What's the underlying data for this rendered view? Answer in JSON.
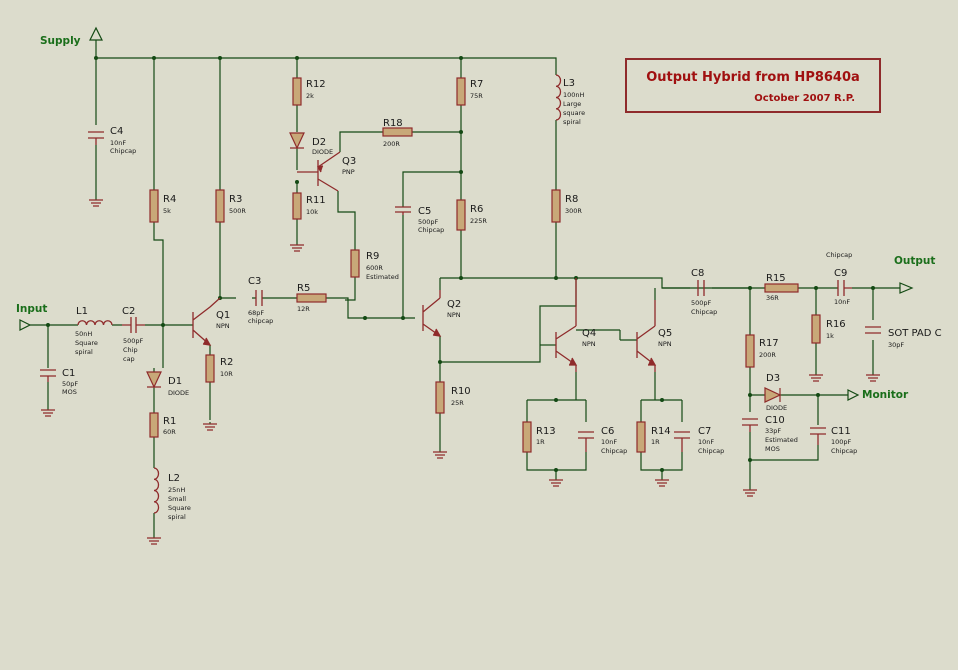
{
  "title": {
    "main": "Output Hybrid from HP8640a",
    "sub": "October 2007  R.P."
  },
  "nets": {
    "supply": "Supply",
    "input": "Input",
    "output": "Output",
    "monitor": "Monitor"
  },
  "parts": {
    "C1": {
      "ref": "C1",
      "v1": "50pF",
      "v2": "MOS"
    },
    "C2": {
      "ref": "C2",
      "v1": "500pF",
      "v2": "Chip",
      "v3": "cap"
    },
    "C3": {
      "ref": "C3",
      "v1": "68pF",
      "v2": "chipcap"
    },
    "C4": {
      "ref": "C4",
      "v1": "10nF",
      "v2": "Chipcap"
    },
    "C5": {
      "ref": "C5",
      "v1": "500pF",
      "v2": "Chipcap"
    },
    "C6": {
      "ref": "C6",
      "v1": "10nF",
      "v2": "Chipcap"
    },
    "C7": {
      "ref": "C7",
      "v1": "10nF",
      "v2": "Chipcap"
    },
    "C8": {
      "ref": "C8",
      "v1": "500pF",
      "v2": "Chipcap"
    },
    "C9": {
      "ref": "C9",
      "v1": "10nF",
      "top": "Chipcap"
    },
    "C10": {
      "ref": "C10",
      "v1": "33pF",
      "v2": "Estimated",
      "v3": "MOS"
    },
    "C11": {
      "ref": "C11",
      "v1": "100pF",
      "v2": "Chipcap"
    },
    "SOT": {
      "ref": "SOT PAD C",
      "v1": "30pF"
    },
    "R1": {
      "ref": "R1",
      "v1": "60R"
    },
    "R2": {
      "ref": "R2",
      "v1": "10R"
    },
    "R3": {
      "ref": "R3",
      "v1": "500R"
    },
    "R4": {
      "ref": "R4",
      "v1": "5k"
    },
    "R5": {
      "ref": "R5",
      "v1": "12R"
    },
    "R6": {
      "ref": "R6",
      "v1": "225R"
    },
    "R7": {
      "ref": "R7",
      "v1": "75R"
    },
    "R8": {
      "ref": "R8",
      "v1": "300R"
    },
    "R9": {
      "ref": "R9",
      "v1": "600R",
      "v2": "Estimated"
    },
    "R10": {
      "ref": "R10",
      "v1": "25R"
    },
    "R11": {
      "ref": "R11",
      "v1": "10k"
    },
    "R12": {
      "ref": "R12",
      "v1": "2k"
    },
    "R13": {
      "ref": "R13",
      "v1": "1R"
    },
    "R14": {
      "ref": "R14",
      "v1": "1R"
    },
    "R15": {
      "ref": "R15",
      "v1": "36R"
    },
    "R16": {
      "ref": "R16",
      "v1": "1k"
    },
    "R17": {
      "ref": "R17",
      "v1": "200R"
    },
    "R18": {
      "ref": "R18",
      "v1": "200R"
    },
    "L1": {
      "ref": "L1",
      "v1": "50nH",
      "v2": "Square",
      "v3": "spiral"
    },
    "L2": {
      "ref": "L2",
      "v1": "25nH",
      "v2": "Small",
      "v3": "Square",
      "v4": "spiral"
    },
    "L3": {
      "ref": "L3",
      "v1": "100nH",
      "v2": "Large",
      "v3": "square",
      "v4": "spiral"
    },
    "D1": {
      "ref": "D1",
      "v1": "DIODE"
    },
    "D2": {
      "ref": "D2",
      "v1": "DIODE"
    },
    "D3": {
      "ref": "D3",
      "v1": "DIODE"
    },
    "Q1": {
      "ref": "Q1",
      "v1": "NPN"
    },
    "Q2": {
      "ref": "Q2",
      "v1": "NPN"
    },
    "Q3": {
      "ref": "Q3",
      "v1": "PNP"
    },
    "Q4": {
      "ref": "Q4",
      "v1": "NPN"
    },
    "Q5": {
      "ref": "Q5",
      "v1": "NPN"
    }
  }
}
